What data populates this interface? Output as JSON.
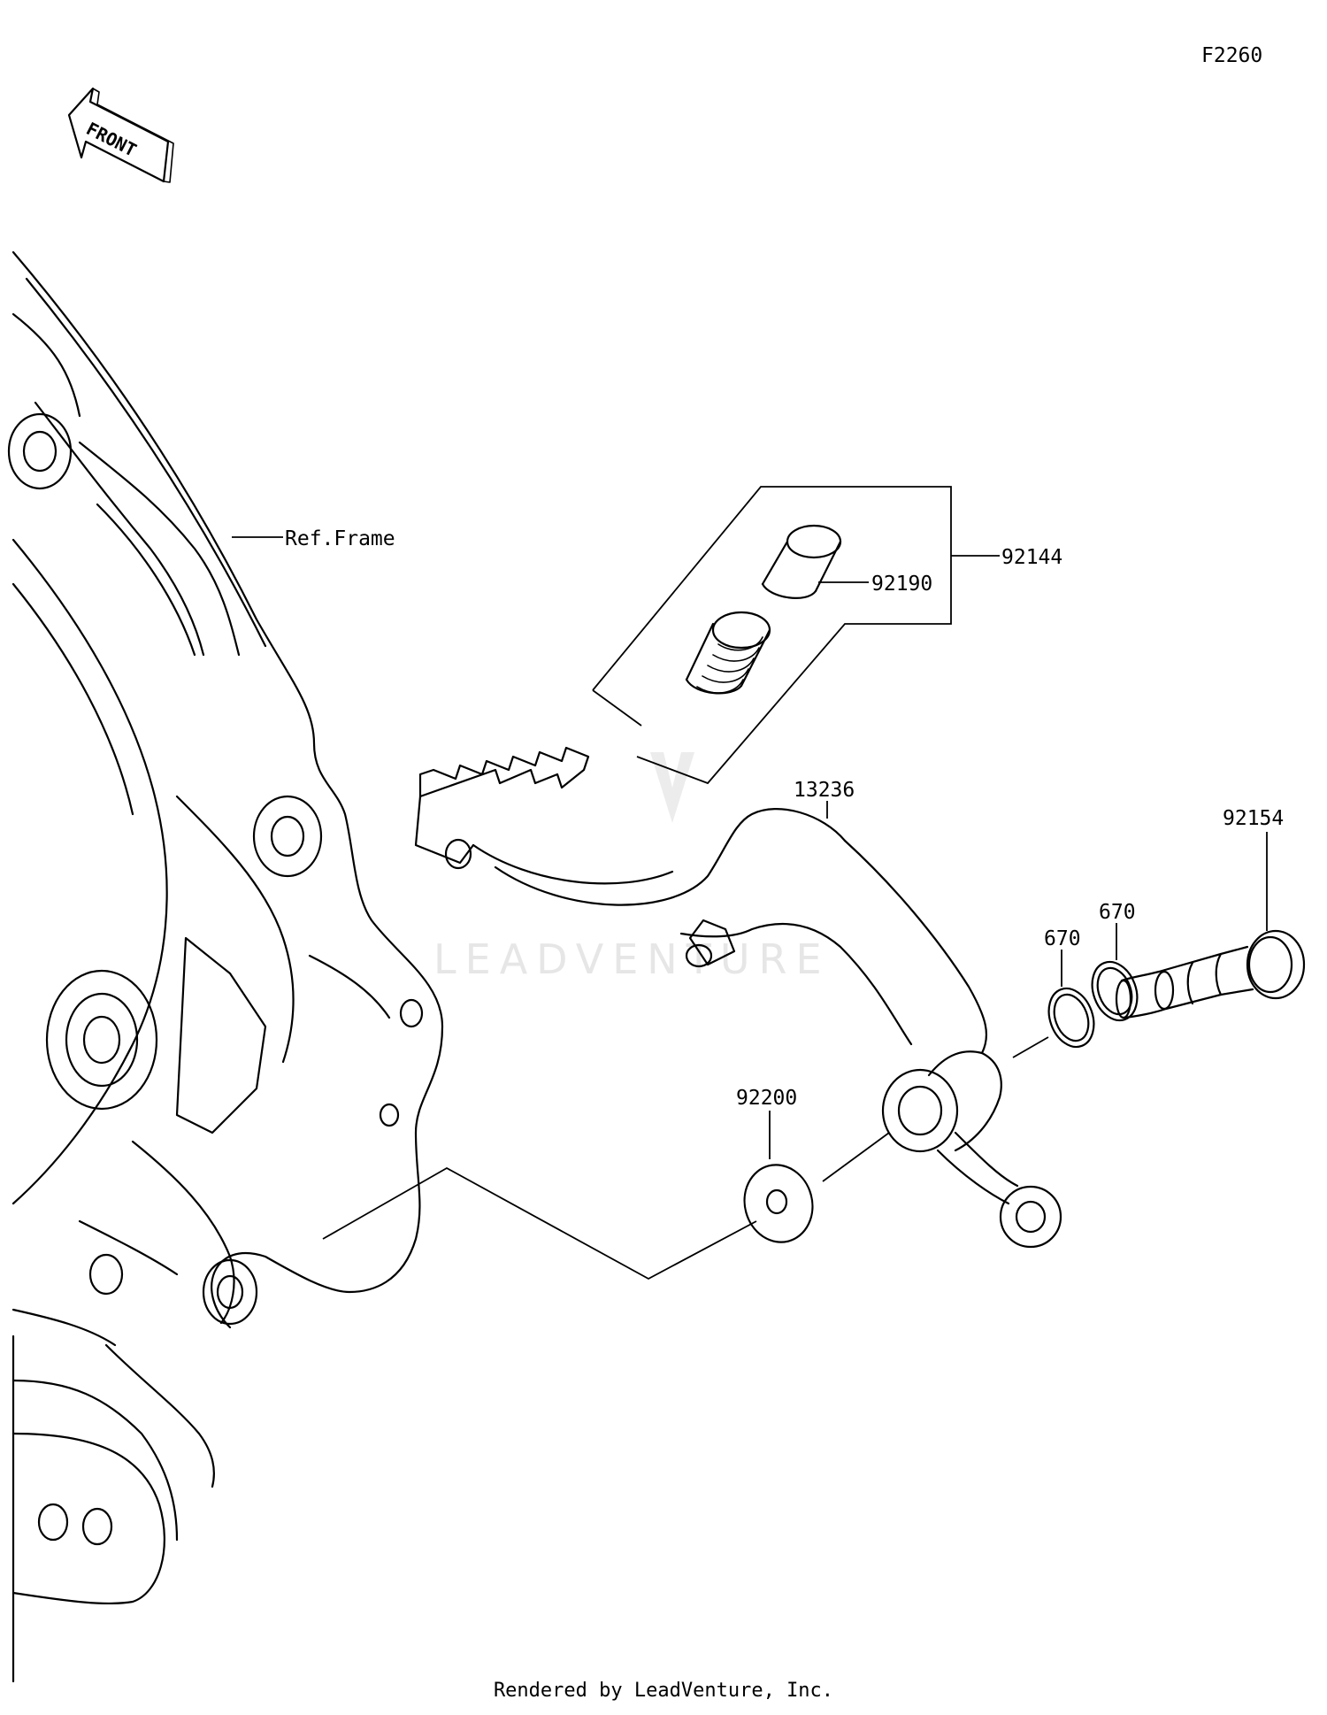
{
  "diagram_code": "F2260",
  "orientation": {
    "label": "FRONT"
  },
  "reference": {
    "frame": "Ref.Frame"
  },
  "parts": [
    {
      "id": "p1",
      "number": "92144"
    },
    {
      "id": "p2",
      "number": "92190"
    },
    {
      "id": "p3",
      "number": "13236"
    },
    {
      "id": "p4",
      "number": "92154"
    },
    {
      "id": "p5",
      "number": "670"
    },
    {
      "id": "p6",
      "number": "670"
    },
    {
      "id": "p7",
      "number": "92200"
    }
  ],
  "watermark": "LEADVENTURE",
  "footer": "Rendered by LeadVenture, Inc."
}
